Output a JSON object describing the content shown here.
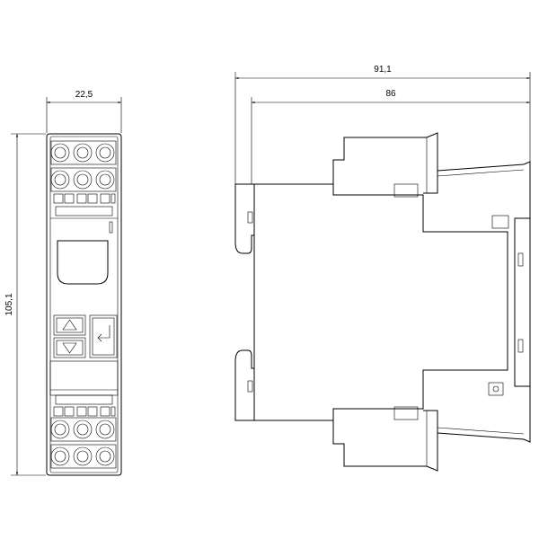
{
  "dimensions": {
    "front_width": "22,5",
    "front_height": "105,1",
    "side_overall_width": "91,1",
    "side_body_width": "86"
  }
}
